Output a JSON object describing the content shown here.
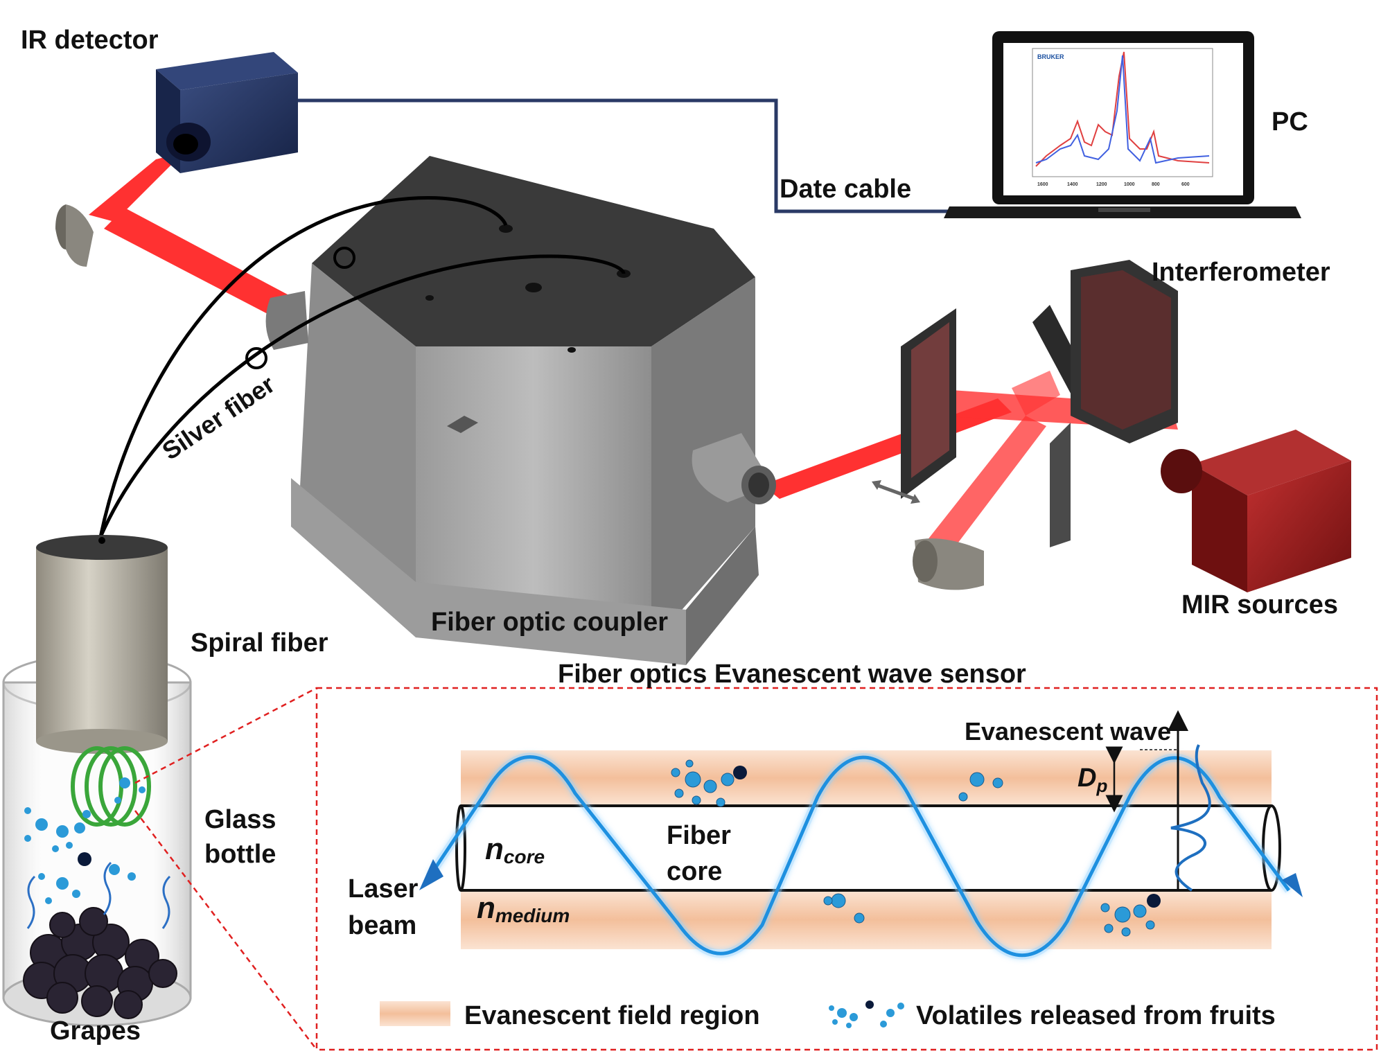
{
  "labels": {
    "ir_detector": "IR detector",
    "date_cable": "Date cable",
    "pc": "PC",
    "interferometer": "Interferometer",
    "silver_fiber": "Silver fiber",
    "mir_sources": "MIR sources",
    "fiber_optic_coupler": "Fiber optic coupler",
    "spiral_fiber": "Spiral fiber",
    "glass_bottle_line1": "Glass",
    "glass_bottle_line2": "bottle",
    "grapes": "Grapes",
    "sensor_title": "Fiber optics Evanescent wave sensor",
    "evanescent_wave": "Evanescent wave",
    "dp_main": "D",
    "dp_sub": "p",
    "n_core_main": "n",
    "n_core_sub": "core",
    "n_medium_main": "n",
    "n_medium_sub": "medium",
    "fiber_core_line1": "Fiber",
    "fiber_core_line2": "core",
    "laser_beam_line1": "Laser",
    "laser_beam_line2": "beam",
    "legend_field": "Evanescent field region",
    "legend_volatiles": "Volatiles released from fruits"
  },
  "screen": {
    "logo_text": "BRUKER",
    "x_ticks": [
      "1600",
      "1400",
      "1200",
      "1000",
      "800",
      "600"
    ]
  },
  "colors": {
    "beam_red": "#ff1a1a",
    "wave_blue": "#1e90e0",
    "field_orange": "#f6c9a8",
    "cable_navy": "#2a3a66",
    "dashed_red": "#e02020",
    "detector_blue": "#1f2f5c",
    "source_red": "#9a1c1c",
    "spiral_green": "#3aa63a"
  },
  "icons": [
    "ir-detector-icon",
    "laptop-icon",
    "interferometer-icon",
    "mir-source-icon",
    "coupler-icon",
    "glass-bottle-icon",
    "grapes-icon",
    "molecule-icon"
  ]
}
